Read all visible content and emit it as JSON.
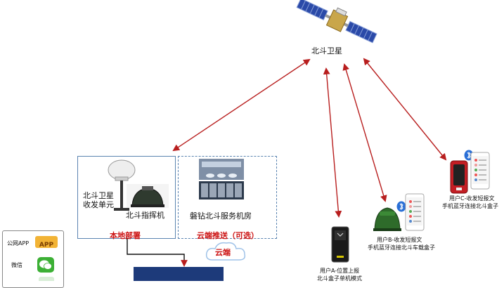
{
  "satellite": {
    "label": "北斗卫星"
  },
  "local": {
    "unit_line1": "北斗卫星",
    "unit_line2": "收发单元",
    "command_label": "北斗指挥机",
    "section_label": "本地部署"
  },
  "cloud": {
    "server_label": "磐钻北斗服务机房",
    "section_label": "云端推送（可选）",
    "cloud_label": "云端"
  },
  "left_panel": {
    "app_label": "公网APP",
    "app_badge": "APP",
    "wechat_label": "微信"
  },
  "users": {
    "a_line1": "用户A-位置上报",
    "a_line2": "北斗盒子单机模式",
    "b_line1": "用户B-收发短报文",
    "b_line2": "手机蓝牙连接北斗车载盒子",
    "c_line1": "用户C-收发短报文",
    "c_line2": "手机蓝牙连接北斗盒子"
  },
  "colors": {
    "arrow": "#b81e1e",
    "box_border": "#5b84b1",
    "section_text": "#cc1111"
  }
}
